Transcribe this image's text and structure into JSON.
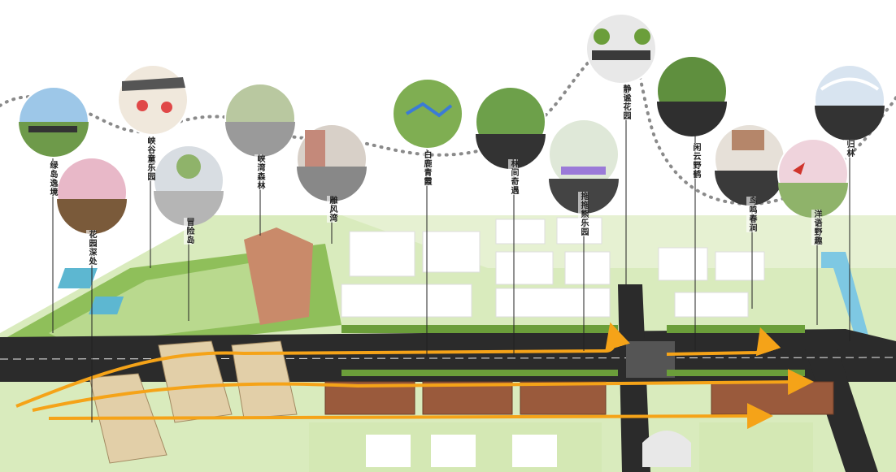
{
  "spots": [
    {
      "id": "lvdao",
      "label": "绿岛逸境"
    },
    {
      "id": "huayuan",
      "label": "花园深处"
    },
    {
      "id": "xiagu",
      "label": "峡谷童乐园"
    },
    {
      "id": "maoxian",
      "label": "冒险岛"
    },
    {
      "id": "xiawan",
      "label": "峡湾森林"
    },
    {
      "id": "diaofeng",
      "label": "雕风湾"
    },
    {
      "id": "bailu",
      "label": "白鹿青霞"
    },
    {
      "id": "linjian",
      "label": "林间奇遇"
    },
    {
      "id": "tuotuo",
      "label": "拖拖熊乐园"
    },
    {
      "id": "jingmi",
      "label": "静谧花园"
    },
    {
      "id": "xianyun",
      "label": "闲云野鹤"
    },
    {
      "id": "niaoming",
      "label": "鸟鸣春涧"
    },
    {
      "id": "yangyu",
      "label": "洋语野趣"
    },
    {
      "id": "guilin",
      "label": "归林"
    }
  ],
  "colors": {
    "route": "#f5a318",
    "dotted_path": "#8a8a8a",
    "grass": "#cfe6a8",
    "road": "#2b2b2b",
    "building": "#9a5a3c",
    "water": "#7ec8e3"
  }
}
